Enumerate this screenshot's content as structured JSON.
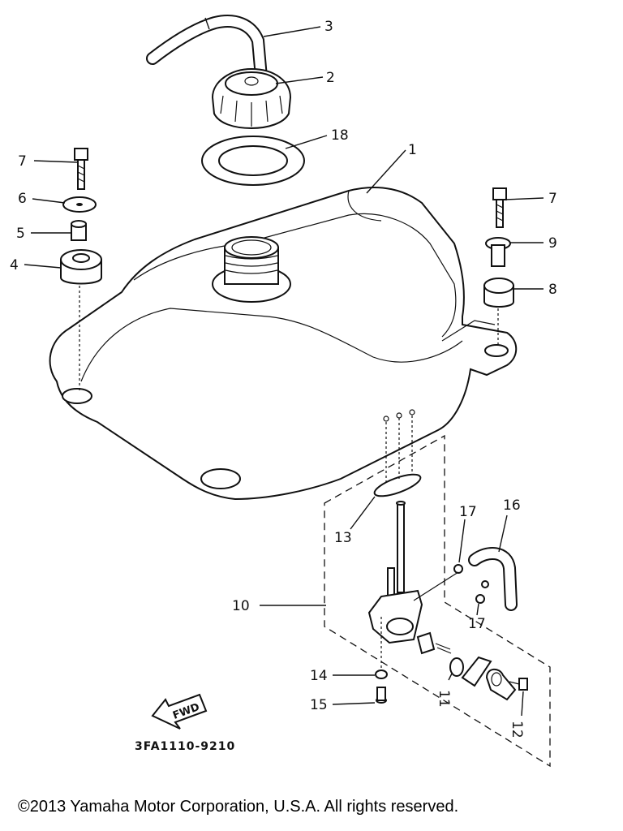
{
  "diagram": {
    "callouts": {
      "c1": "1",
      "c2": "2",
      "c3": "3",
      "c4": "4",
      "c5": "5",
      "c6": "6",
      "c7a": "7",
      "c7b": "7",
      "c8": "8",
      "c9": "9",
      "c10": "10",
      "c11": "11",
      "c12": "12",
      "c13": "13",
      "c14": "14",
      "c15": "15",
      "c16": "16",
      "c17a": "17",
      "c17b": "17",
      "c18": "18"
    },
    "fwd_label": "FWD",
    "diagram_code": "3FA1110-9210"
  },
  "footer": {
    "copyright": "©2013 Yamaha Motor Corporation, U.S.A. All rights reserved."
  }
}
